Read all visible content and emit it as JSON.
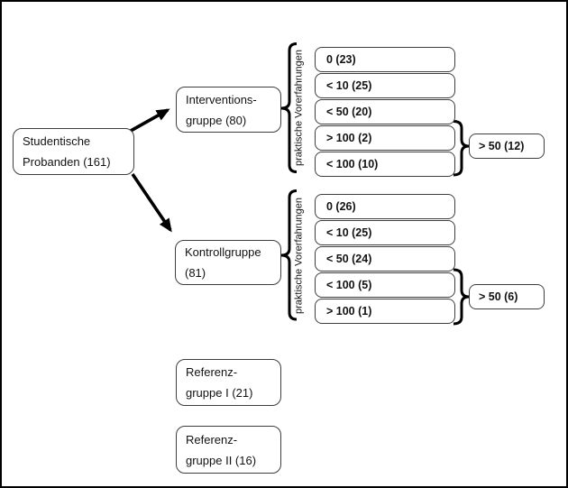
{
  "diagram": {
    "root": {
      "line1": "Studentische",
      "line2": "Probanden (161)"
    },
    "groups": [
      {
        "label_line1": "Interventions-",
        "label_line2": "gruppe (80)",
        "bracket_label": "praktische Vorerfahrungen",
        "categories": [
          "0 (23)",
          "< 10 (25)",
          "< 50 (20)",
          "> 100 (2)",
          "< 100 (10)"
        ],
        "summary": "> 50 (12)"
      },
      {
        "label_line1": "Kontrollgruppe",
        "label_line2": "(81)",
        "bracket_label": "praktische Vorerfahrungen",
        "categories": [
          "0 (26)",
          "< 10 (25)",
          "< 50 (24)",
          "< 100 (5)",
          "> 100 (1)"
        ],
        "summary": "> 50 (6)"
      }
    ],
    "reference_groups": [
      {
        "line1": "Referenz-",
        "line2": "gruppe I (21)"
      },
      {
        "line1": "Referenz-",
        "line2": "gruppe II (16)"
      }
    ],
    "colors": {
      "box_border": "#3e3e3e",
      "line": "#000000",
      "background": "#ffffff"
    }
  }
}
